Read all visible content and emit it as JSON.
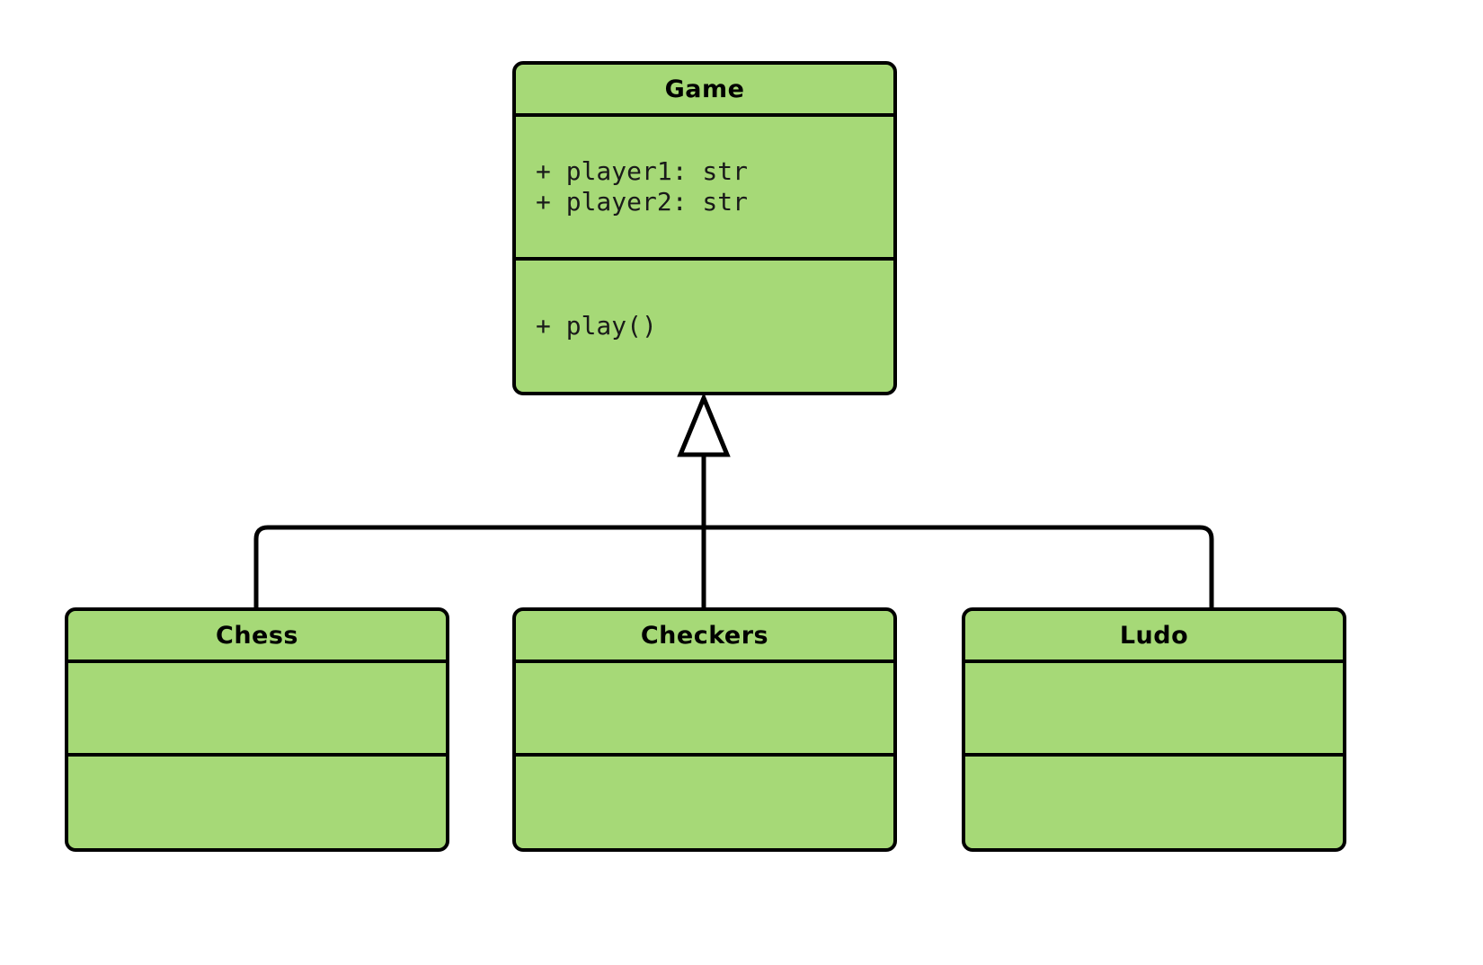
{
  "diagram": {
    "kind": "uml-class-diagram",
    "background_color": "#ffffff",
    "class_fill_color": "#a6d977",
    "stroke_color": "#000000",
    "relationship": "generalization",
    "classes": [
      {
        "id": "game",
        "name": "Game",
        "attributes": [
          "+ player1: str",
          "+ player2: str"
        ],
        "methods": [
          "+ play()"
        ]
      },
      {
        "id": "chess",
        "name": "Chess",
        "attributes": [],
        "methods": []
      },
      {
        "id": "checkers",
        "name": "Checkers",
        "attributes": [],
        "methods": []
      },
      {
        "id": "ludo",
        "name": "Ludo",
        "attributes": [],
        "methods": []
      }
    ]
  }
}
